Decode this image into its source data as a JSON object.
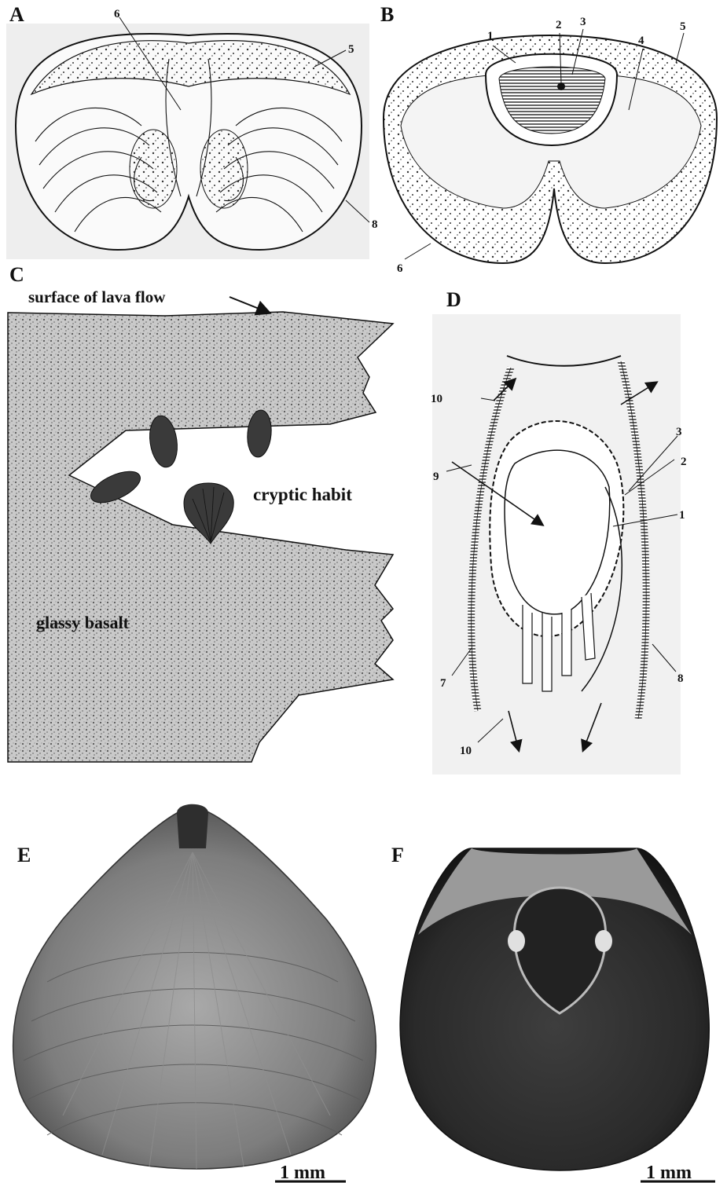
{
  "figure": {
    "panels": {
      "A": {
        "label": "A",
        "numbers": [
          "6",
          "5",
          "8"
        ]
      },
      "B": {
        "label": "B",
        "numbers": [
          "1",
          "2",
          "3",
          "4",
          "5",
          "6"
        ]
      },
      "C": {
        "label": "C",
        "surface_label": "surface of lava flow",
        "habit_label": "cryptic habit",
        "rock_label": "glassy basalt"
      },
      "D": {
        "label": "D",
        "numbers": [
          "10",
          "3",
          "2",
          "9",
          "1",
          "7",
          "8",
          "10"
        ]
      },
      "E": {
        "label": "E",
        "scale": "1 mm"
      },
      "F": {
        "label": "F",
        "scale": "1 mm"
      }
    }
  }
}
